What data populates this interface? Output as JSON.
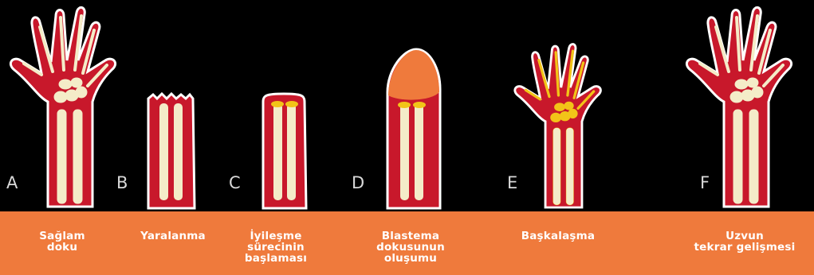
{
  "colors": {
    "background": "#000000",
    "band": "#ef7a3c",
    "tissue": "#c8182b",
    "tissue_outline": "#ffffff",
    "bone": "#f4ecc8",
    "new_growth": "#f2c418",
    "blastema": "#ef7a3c",
    "letter": "#d9d9d9",
    "caption_text": "#ffffff"
  },
  "stages": [
    {
      "letter": "A",
      "caption": "Sağlam\ndoku"
    },
    {
      "letter": "B",
      "caption": "Yaralanma"
    },
    {
      "letter": "C",
      "caption": "İyileşme\nsürecinin\nbaşlaması"
    },
    {
      "letter": "D",
      "caption": "Blastema\ndokusunun\noluşumu"
    },
    {
      "letter": "E",
      "caption": "Başkalaşma"
    },
    {
      "letter": "F",
      "caption": "Uzvun\ntekrar gelişmesi"
    }
  ]
}
